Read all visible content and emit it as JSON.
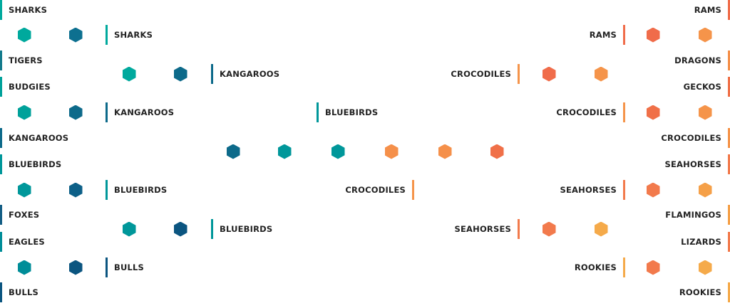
{
  "left": {
    "round1": [
      {
        "team": "SHARKS",
        "color": "#00a99d"
      },
      {
        "team": "TIGERS",
        "color": "#137a8c"
      },
      {
        "team": "BUDGIES",
        "color": "#00a19a"
      },
      {
        "team": "KANGAROOS",
        "color": "#0d6a8a"
      },
      {
        "team": "BLUEBIRDS",
        "color": "#00979a"
      },
      {
        "team": "FOXES",
        "color": "#145e85"
      },
      {
        "team": "EAGLES",
        "color": "#008d98"
      },
      {
        "team": "BULLS",
        "color": "#0b5580"
      }
    ],
    "round2": [
      {
        "team": "SHARKS",
        "color": "#00a99d"
      },
      {
        "team": "KANGAROOS",
        "color": "#0d6a8a"
      },
      {
        "team": "BLUEBIRDS",
        "color": "#00979a"
      },
      {
        "team": "BULLS",
        "color": "#0b5580"
      }
    ],
    "round3": [
      {
        "team": "KANGAROOS",
        "color": "#0d6a8a"
      },
      {
        "team": "BLUEBIRDS",
        "color": "#00979a"
      }
    ],
    "semifinal": {
      "team": "BLUEBIRDS",
      "color": "#00979a"
    }
  },
  "right": {
    "round1": [
      {
        "team": "RAMS",
        "color": "#f06c4a"
      },
      {
        "team": "DRAGONS",
        "color": "#f5904a"
      },
      {
        "team": "GECKOS",
        "color": "#f07048"
      },
      {
        "team": "CROCODILES",
        "color": "#f5944a"
      },
      {
        "team": "SEAHORSES",
        "color": "#f27a4c"
      },
      {
        "team": "FLAMINGOS",
        "color": "#f5a048"
      },
      {
        "team": "LIZARDS",
        "color": "#f27a4c"
      },
      {
        "team": "ROOKIES",
        "color": "#f5aa4a"
      }
    ],
    "round2": [
      {
        "team": "RAMS",
        "color": "#f06c4a"
      },
      {
        "team": "CROCODILES",
        "color": "#f5944a"
      },
      {
        "team": "SEAHORSES",
        "color": "#f27a4c"
      },
      {
        "team": "ROOKIES",
        "color": "#f5aa4a"
      }
    ],
    "round3": [
      {
        "team": "CROCODILES",
        "color": "#f5944a"
      },
      {
        "team": "SEAHORSES",
        "color": "#f27a4c"
      }
    ],
    "semifinal": {
      "team": "CROCODILES",
      "color": "#f5944a"
    }
  },
  "hex_colors": {
    "left_r1": [
      [
        "#00a99d",
        "#0d7090"
      ],
      [
        "#00a19a",
        "#0d6a8a"
      ],
      [
        "#00979a",
        "#0d6088"
      ],
      [
        "#008d98",
        "#0b5580"
      ]
    ],
    "left_r2": [
      [
        "#00a99d",
        "#0d6a8a"
      ],
      [
        "#00979a",
        "#0b5580"
      ]
    ],
    "right_r1": [
      [
        "#f06c4a",
        "#f5944a"
      ],
      [
        "#f07048",
        "#f5944a"
      ],
      [
        "#f27a4c",
        "#f5a048"
      ],
      [
        "#f27a4c",
        "#f5aa4a"
      ]
    ],
    "right_r2": [
      [
        "#f06c4a",
        "#f5944a"
      ],
      [
        "#f27a4c",
        "#f5aa4a"
      ]
    ],
    "center": [
      "#0d6a8a",
      "#00979a",
      "#00979a",
      "#f5904a",
      "#f5904a",
      "#f07048"
    ]
  }
}
